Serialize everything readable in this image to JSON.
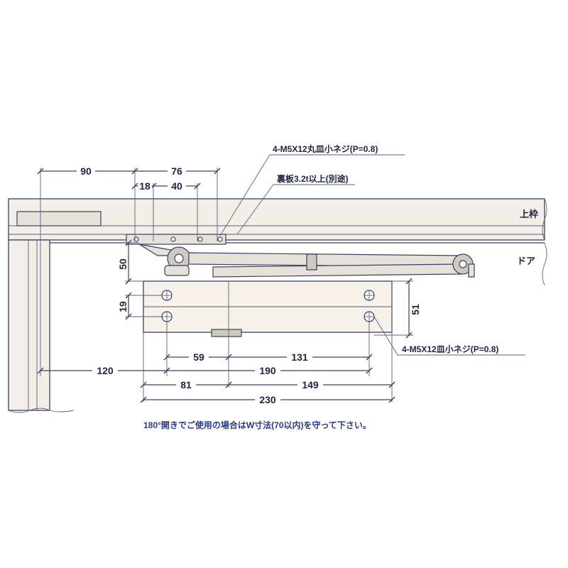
{
  "labels": {
    "frame": "上枠",
    "door": "ドア"
  },
  "notes": {
    "screw_top": "4-M5X12丸皿小ネジ(P=0.8)",
    "backing_plate": "裏板3.2t以上(別途)",
    "screw_body": "4-M5X12皿小ネジ(P=0.8)"
  },
  "dimensions": {
    "d90": "90",
    "d76": "76",
    "d18": "18",
    "d40": "40",
    "d50": "50",
    "d19": "19",
    "d51": "51",
    "d59": "59",
    "d131": "131",
    "d120": "120",
    "d190": "190",
    "d81": "81",
    "d149": "149",
    "d230": "230"
  },
  "caption": "180°開きでご使用の場合はW寸法(70以内)を守って下さい。"
}
